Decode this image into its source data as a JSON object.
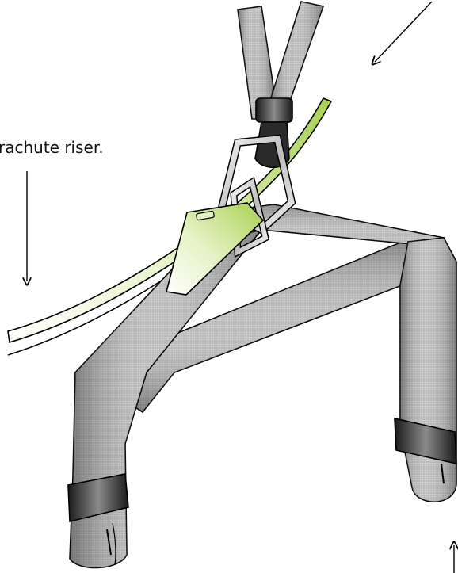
{
  "labels": {
    "riser_label": "rachute riser."
  },
  "colors": {
    "webbing_light": "#e8e8e8",
    "webbing_dark": "#3a3a3a",
    "riser_green": "#b8d96a",
    "riser_green_light": "#e6f2c6",
    "metal": "#d9d9d9",
    "keeper_black": "#1a1a1a",
    "outline": "#000000"
  },
  "parts": [
    "upper-harness-straps",
    "plastic-keeper",
    "swivel-connector",
    "metal-link",
    "green-riser",
    "connector-bridle",
    "left-leg-strap",
    "right-leg-strap",
    "diagonal-strap",
    "left-elastic-keeper",
    "right-elastic-keeper"
  ]
}
